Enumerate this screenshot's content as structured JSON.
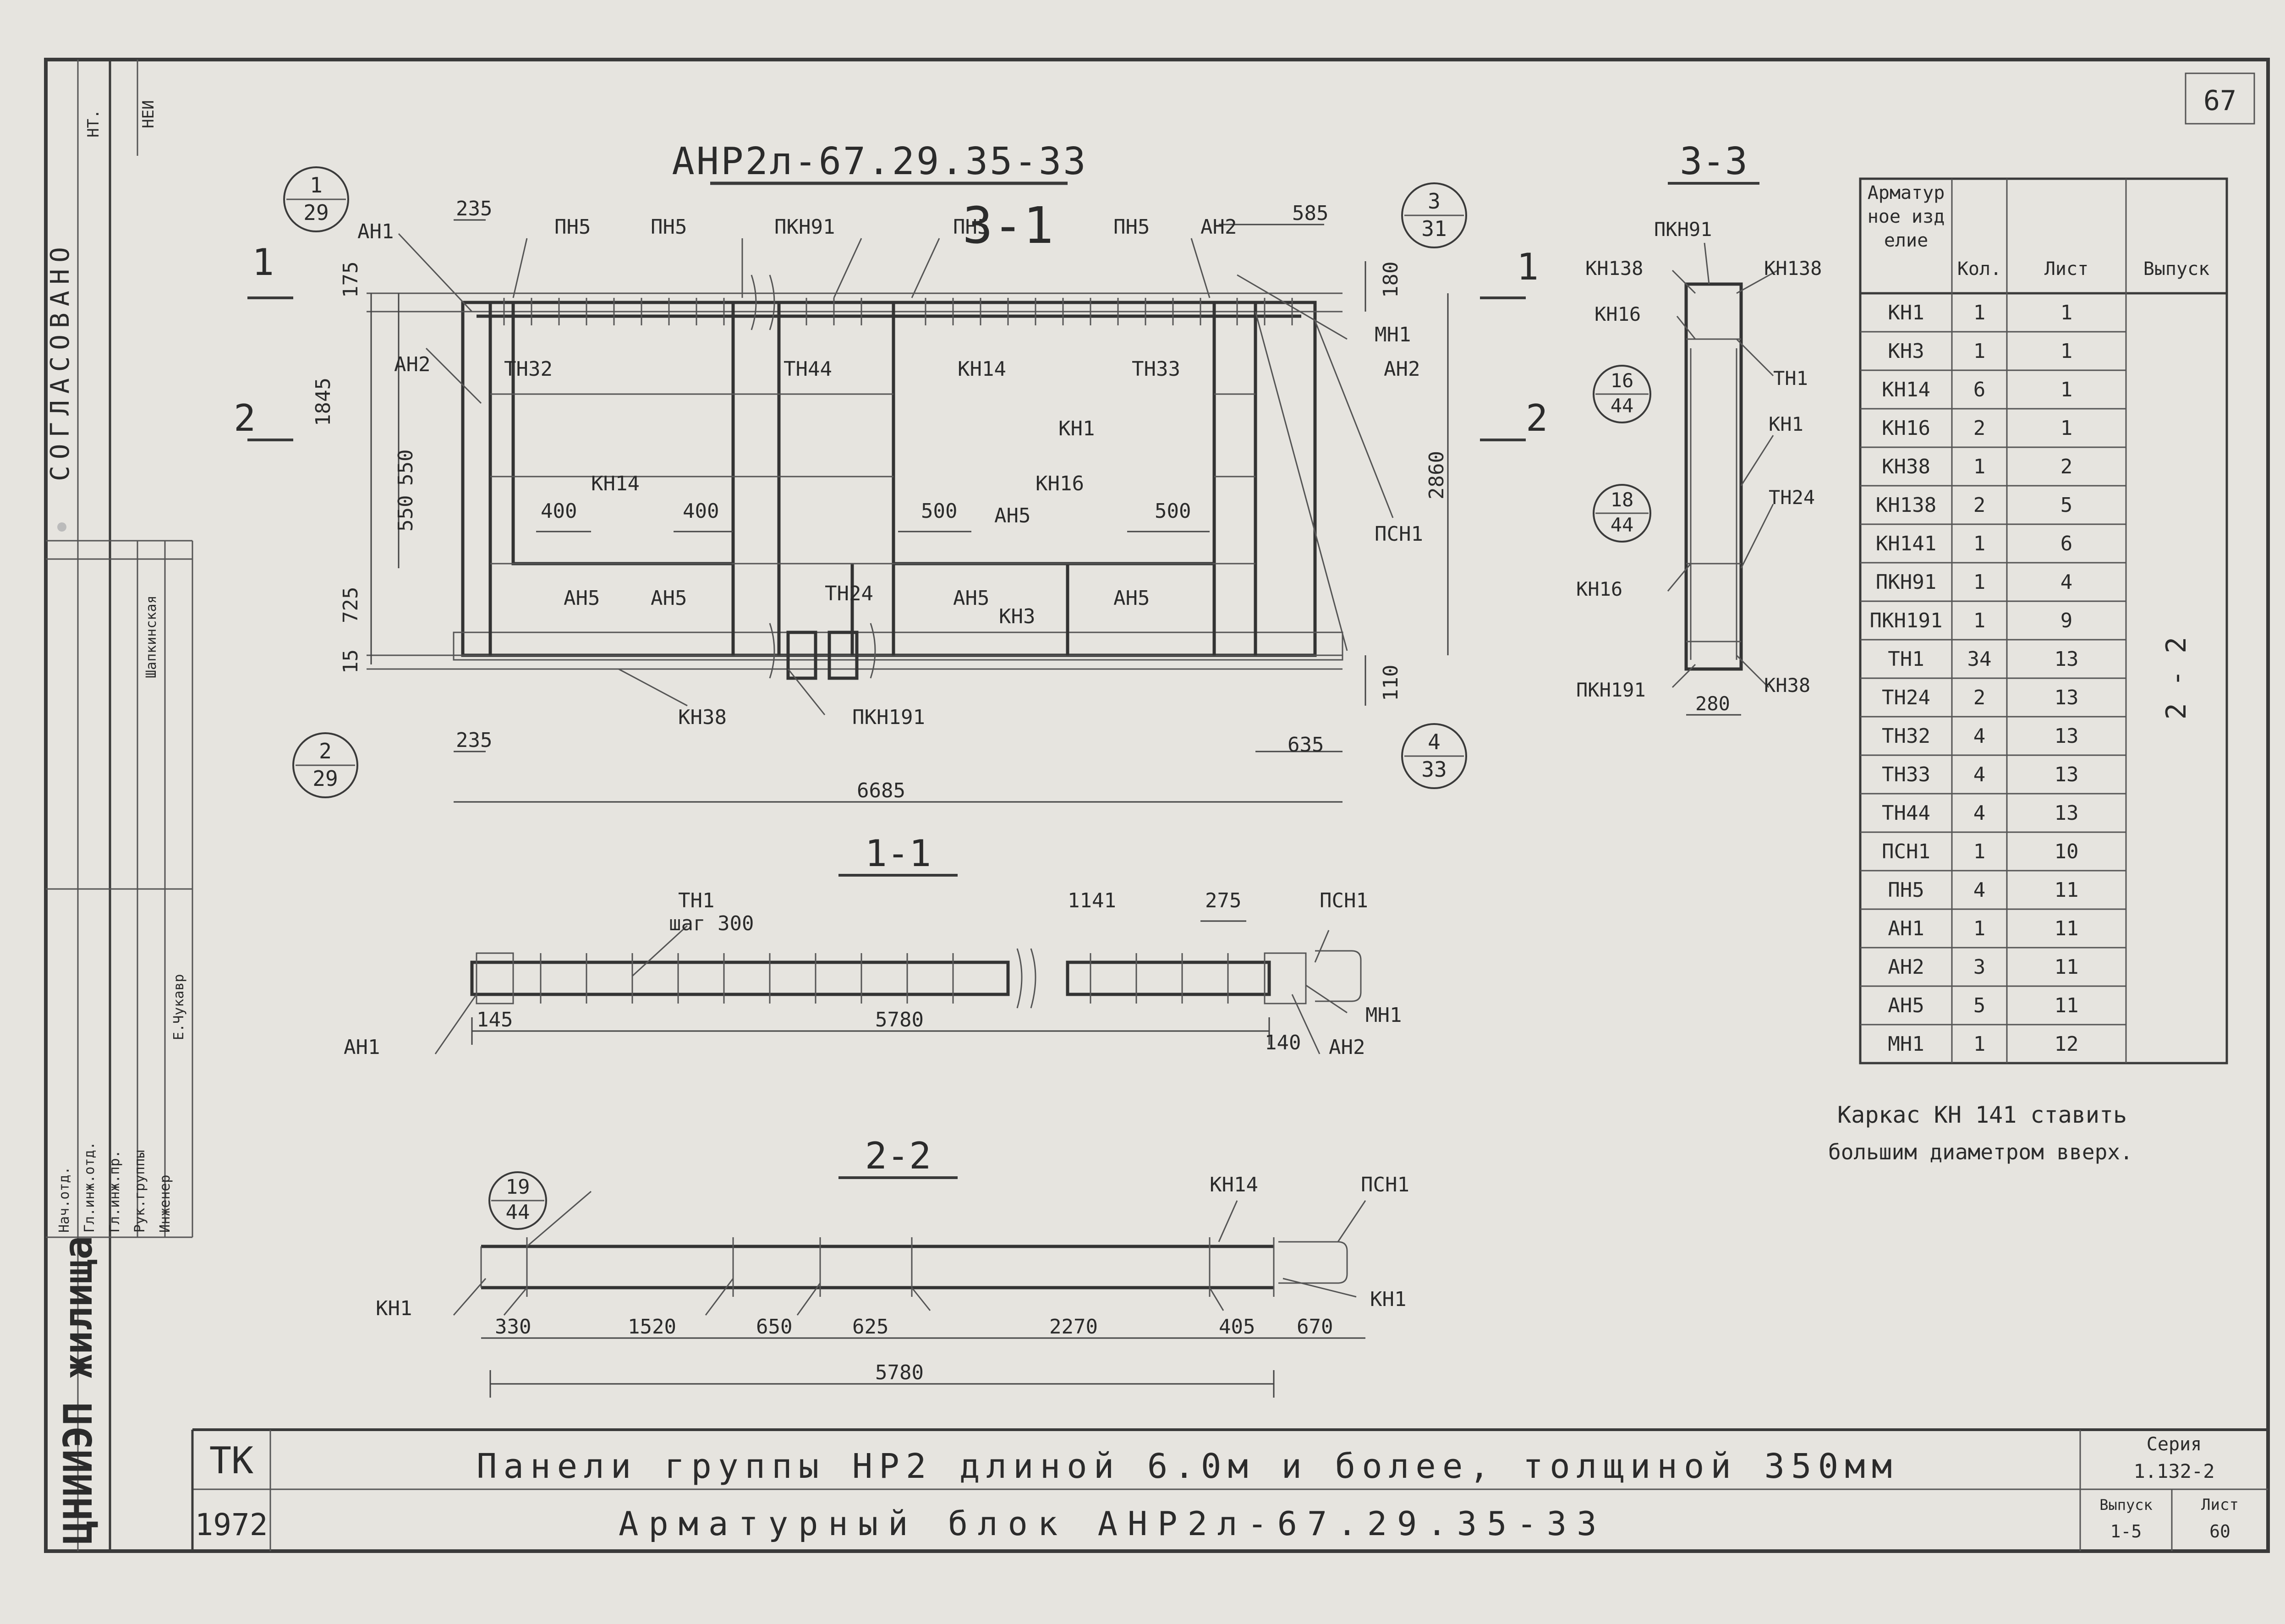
{
  "main_title": "АНР2л-67.29.35-33",
  "section_3_marker": "3-1",
  "section_33_title": "3-3",
  "page_number": "67",
  "main_view": {
    "callouts": [
      {
        "num": "1",
        "den": "29"
      },
      {
        "num": "3",
        "den": "31"
      },
      {
        "num": "2",
        "den": "29"
      },
      {
        "num": "4",
        "den": "33"
      }
    ],
    "labels": {
      "ah1": "АН1",
      "ah2a": "АН2",
      "ah2b": "АН2",
      "ah2c": "АН2",
      "pn5a": "ПН5",
      "pn5b": "ПН5",
      "pn5c": "ПН5",
      "pn5d": "ПН5",
      "pkn91": "ПКН91",
      "tn32": "ТН32",
      "tn44": "ТН44",
      "kn14a": "КН14",
      "kn14b": "КН14",
      "tn33": "ТН33",
      "kn1": "КН1",
      "kn16": "КН16",
      "ah5a": "АН5",
      "ah5b": "АН5",
      "ah5c": "АН5",
      "ah5d": "АН5",
      "ah5e": "АН5",
      "tn24": "ТН24",
      "kn3": "КН3",
      "kn38": "КН38",
      "pkn191": "ПКН191",
      "psn1": "ПСН1",
      "mn1": "МН1",
      "cut1": "1",
      "cut2": "2",
      "cut1r": "1",
      "cut2r": "2"
    },
    "dims": {
      "d235a": "235",
      "d585": "585",
      "d175": "175",
      "d1845": "1845",
      "d550a": "550",
      "d550b": "550",
      "d725": "725",
      "d15": "15",
      "d400a": "400",
      "d400b": "400",
      "d500a": "500",
      "d500b": "500",
      "d180": "180",
      "d2860": "2860",
      "d110": "110",
      "d235b": "235",
      "d635": "635",
      "d6685": "6685"
    }
  },
  "view_33": {
    "callouts": [
      {
        "num": "16",
        "den": "44"
      },
      {
        "num": "18",
        "den": "44"
      }
    ],
    "labels": {
      "pkn91": "ПКН91",
      "kn138a": "КН138",
      "kn138b": "КН138",
      "kn16a": "КН16",
      "tn1": "ТН1",
      "kn1": "КН1",
      "tn24": "ТН24",
      "kn16b": "КН16",
      "pkn191": "ПКН191",
      "kn38": "КН38",
      "d280": "280"
    }
  },
  "section_11": {
    "title": "1-1",
    "labels": {
      "tn1": "ТН1",
      "step": "шаг 300",
      "d1141": "1141",
      "d275": "275",
      "psn1": "ПСН1",
      "mn1": "МН1",
      "ah1": "АН1",
      "ah2": "АН2",
      "d145": "145",
      "d5780": "5780",
      "d140": "140"
    }
  },
  "section_22": {
    "title": "2-2",
    "callout": {
      "num": "19",
      "den": "44"
    },
    "labels": {
      "kn14": "КН14",
      "psn1": "ПСН1",
      "kn1a": "КН1",
      "kn1b": "КН1"
    },
    "dims": [
      "330",
      "1520",
      "650",
      "625",
      "2270",
      "405",
      "670"
    ],
    "total": "5780"
  },
  "spec_table": {
    "headers": [
      "Арматурное изделие",
      "Кол.",
      "Лист",
      "Выпуск"
    ],
    "rows": [
      [
        "КН1",
        "1",
        "1"
      ],
      [
        "КН3",
        "1",
        "1"
      ],
      [
        "КН14",
        "6",
        "1"
      ],
      [
        "КН16",
        "2",
        "1"
      ],
      [
        "КН38",
        "1",
        "2"
      ],
      [
        "КН138",
        "2",
        "5"
      ],
      [
        "КН141",
        "1",
        "6"
      ],
      [
        "ПКН91",
        "1",
        "4"
      ],
      [
        "ПКН191",
        "1",
        "9"
      ],
      [
        "ТН1",
        "34",
        "13"
      ],
      [
        "ТН24",
        "2",
        "13"
      ],
      [
        "ТН32",
        "4",
        "13"
      ],
      [
        "ТН33",
        "4",
        "13"
      ],
      [
        "ТН44",
        "4",
        "13"
      ],
      [
        "ПСН1",
        "1",
        "10"
      ],
      [
        "ПН5",
        "4",
        "11"
      ],
      [
        "АН1",
        "1",
        "11"
      ],
      [
        "АН2",
        "3",
        "11"
      ],
      [
        "АН5",
        "5",
        "11"
      ],
      [
        "МН1",
        "1",
        "12"
      ]
    ],
    "vypusk": "2 - 2"
  },
  "note_line1": "Каркас КН 141 ставить",
  "note_line2": "большим диаметром вверх.",
  "left_strip": {
    "soglasovano": "СОГЛАСОВАНО",
    "roles": [
      "Нач.отд.",
      "Гл.инж.отд.",
      "Гл.инж.пр.",
      "Рук.группы",
      "Инженер"
    ],
    "sign_a": "Шапкинская",
    "sign_b": "Е.Чукавр",
    "nt": "НТ.",
    "ien": "НЕИ"
  },
  "title_block": {
    "org": "ЦНИИЭП жилища",
    "tk": "ТК",
    "year": "1972",
    "line1": "Панели группы НР2 длиной 6.0м и более, толщиной 350мм",
    "line2": "Арматурный блок АНР2л-67.29.35-33",
    "seria_label": "Серия",
    "seria_value": "1.132-2",
    "vypusk_label": "Выпуск",
    "vypusk_value": "1-5",
    "list_label": "Лист",
    "list_value": "60"
  }
}
